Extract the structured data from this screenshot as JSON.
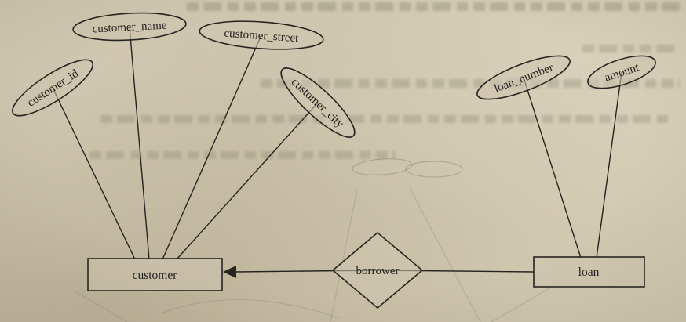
{
  "diagram": {
    "type": "er-diagram",
    "entities": [
      {
        "label": "customer"
      },
      {
        "label": "loan"
      }
    ],
    "relationship": {
      "label": "borrower",
      "connects": [
        "loan",
        "customer"
      ],
      "arrow_points_to": "customer"
    },
    "attributes": [
      {
        "label": "customer_id",
        "entity": "customer"
      },
      {
        "label": "customer_name",
        "entity": "customer"
      },
      {
        "label": "customer_street",
        "entity": "customer"
      },
      {
        "label": "customer_city",
        "entity": "customer"
      },
      {
        "label": "loan_number",
        "entity": "loan"
      },
      {
        "label": "amount",
        "entity": "loan"
      }
    ],
    "colors": {
      "paper": "#cdc4ad",
      "ink": "#26241f"
    }
  }
}
